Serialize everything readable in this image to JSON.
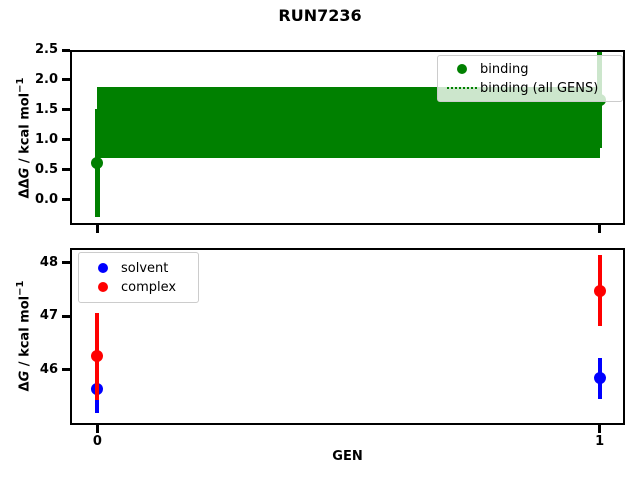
{
  "title": "RUN7236",
  "colors": {
    "binding": "#008000",
    "solvent": "#0000ff",
    "complex": "#ff0000",
    "spine": "#000000",
    "legend_border": "#cccccc"
  },
  "chart_data": [
    {
      "type": "scatter",
      "subplot": "top",
      "ylabel": {
        "pre": "ΔΔ",
        "sym": "G",
        "mid": " / kcal mol",
        "sup": "−1"
      },
      "xlim": [
        -0.0545,
        1.0505
      ],
      "ylim": [
        -0.42,
        2.5
      ],
      "yticks": [
        2.5,
        2.0,
        1.5,
        1.0,
        0.5,
        0.0
      ],
      "ytick_labels": [
        "2.5",
        "2.0",
        "1.5",
        "1.0",
        "0.5",
        "0.0"
      ],
      "xticks": [
        0,
        1
      ],
      "xtick_labels": [
        "",
        ""
      ],
      "grid": false,
      "legend": {
        "position": "upper-right",
        "entries": [
          {
            "label": "binding",
            "marker": "dot",
            "color": "#008000"
          },
          {
            "label": "binding (all GENS)",
            "marker": "dotted-line",
            "color": "#008000"
          }
        ]
      },
      "band": {
        "x": [
          0,
          1
        ],
        "y_lo": 0.7,
        "y_hi": 1.88,
        "color": "#008000"
      },
      "all_gens_line": {
        "y": 1.29,
        "style": "dotted",
        "color": "#008000"
      },
      "series": [
        {
          "name": "binding",
          "color": "#008000",
          "points": [
            {
              "x": 0,
              "y": 0.62,
              "lo": -0.28,
              "hi": 1.52
            },
            {
              "x": 1,
              "y": 1.67,
              "lo": 0.87,
              "hi": 2.47
            }
          ]
        }
      ]
    },
    {
      "type": "scatter",
      "subplot": "bottom",
      "ylabel": {
        "pre": "Δ",
        "sym": "G",
        "mid": " / kcal mol",
        "sup": "−1"
      },
      "xlabel": "GEN",
      "xlim": [
        -0.0545,
        1.0505
      ],
      "ylim": [
        44.97,
        48.28
      ],
      "yticks": [
        48,
        47,
        46
      ],
      "ytick_labels": [
        "48",
        "47",
        "46"
      ],
      "xticks": [
        0,
        1
      ],
      "xtick_labels": [
        "0",
        "1"
      ],
      "grid": false,
      "legend": {
        "position": "upper-left",
        "entries": [
          {
            "label": "solvent",
            "marker": "dot",
            "color": "#0000ff"
          },
          {
            "label": "complex",
            "marker": "dot",
            "color": "#ff0000"
          }
        ]
      },
      "series": [
        {
          "name": "solvent",
          "color": "#0000ff",
          "points": [
            {
              "x": 0,
              "y": 45.64,
              "lo": 45.19,
              "hi": 46.06
            },
            {
              "x": 1,
              "y": 45.85,
              "lo": 45.45,
              "hi": 46.22
            }
          ]
        },
        {
          "name": "complex",
          "color": "#ff0000",
          "points": [
            {
              "x": 0,
              "y": 46.26,
              "lo": 45.44,
              "hi": 47.06
            },
            {
              "x": 1,
              "y": 47.48,
              "lo": 46.82,
              "hi": 48.15
            }
          ]
        }
      ]
    }
  ]
}
